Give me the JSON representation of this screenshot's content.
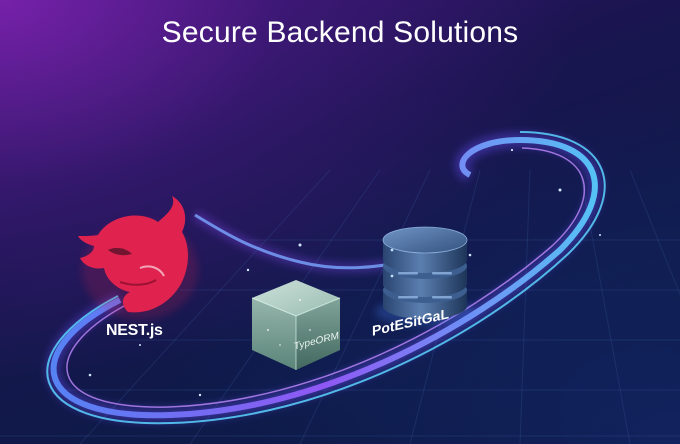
{
  "title": "Secure Backend Solutions",
  "labels": {
    "nest": "NEST.js",
    "typeorm": "TypeORM",
    "postgres": "PotESitGaL"
  },
  "icons": {
    "nest_logo": "nestjs-cat-logo-icon",
    "typeorm_cube": "glass-cube-icon",
    "database": "database-stack-icon"
  },
  "colors": {
    "nest_red": "#e0234e",
    "light_trail_cyan": "#5ad2ff",
    "light_trail_purple": "#8a4dff",
    "database_blue": "#2c4a78",
    "cube_green": "#a9c9bb"
  }
}
